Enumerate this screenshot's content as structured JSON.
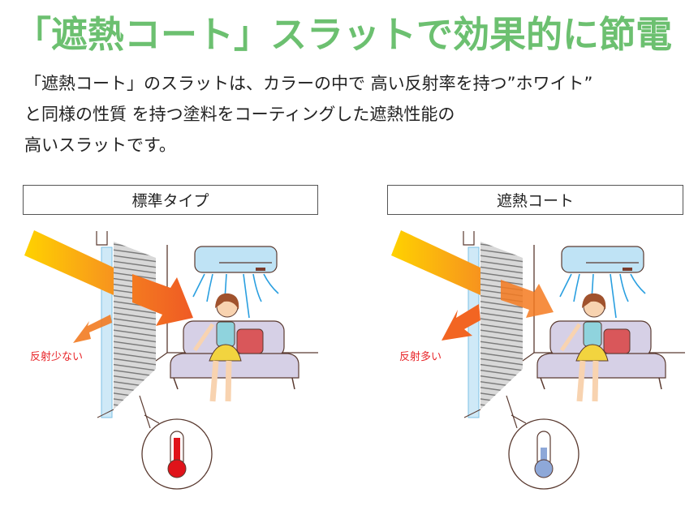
{
  "title": "「遮熱コート」スラットで効果的に節電",
  "description": [
    "「遮熱コート」のスラットは、カラーの中で 高い反射率を持つ”ホワイト”",
    "と同様の性質 を持つ塗料をコーティングした遮熱性能の",
    "高いスラットです。"
  ],
  "panels": [
    {
      "label": "標準タイプ",
      "reflection_text": "反射少ない",
      "thermometer_color": "#e0131a"
    },
    {
      "label": "遮熱コート",
      "reflection_text": "反射多い",
      "thermometer_color": "#8ea8d8"
    }
  ],
  "colors": {
    "title": "#6cc070",
    "reflection": "#e8262a"
  }
}
